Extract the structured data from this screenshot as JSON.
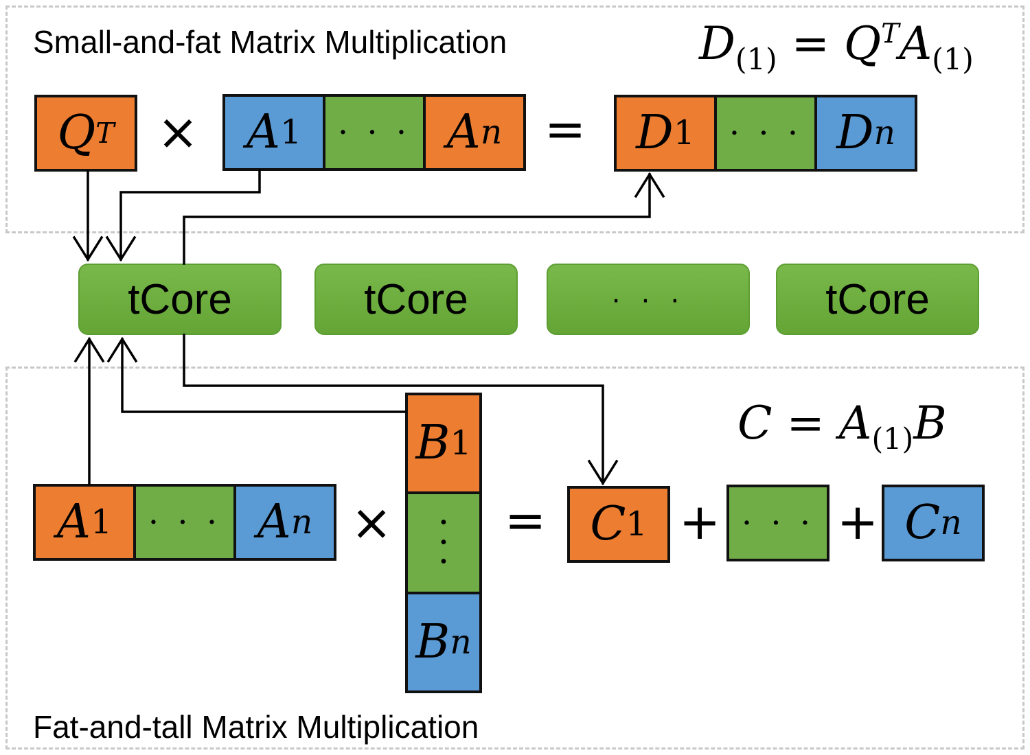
{
  "top_section": {
    "title": "Small-and-fat Matrix Multiplication",
    "equation": {
      "lhs": "D",
      "lhs_sub": "(1)",
      "eq": "=",
      "r1": "Q",
      "r1_sup": "T",
      "r2": "A",
      "r2_sub": "(1)"
    },
    "q_block": {
      "base": "Q",
      "sup": "T"
    },
    "times": "×",
    "equals": "=",
    "a_blocks": [
      {
        "base": "A",
        "sub": "1"
      },
      {
        "dots": "· · ·"
      },
      {
        "base": "A",
        "sub": "n"
      }
    ],
    "d_blocks": [
      {
        "base": "D",
        "sub": "1"
      },
      {
        "dots": "· · ·"
      },
      {
        "base": "D",
        "sub": "n"
      }
    ]
  },
  "cores": [
    {
      "label": "tCore"
    },
    {
      "label": "tCore"
    },
    {
      "label": "· · ·"
    },
    {
      "label": "tCore"
    }
  ],
  "bottom_section": {
    "title": "Fat-and-tall Matrix Multiplication",
    "equation": {
      "lhs": "C",
      "eq": "=",
      "r1": "A",
      "r1_sub": "(1)",
      "r2": "B"
    },
    "times": "×",
    "equals": "=",
    "plus": "+",
    "a_blocks": [
      {
        "base": "A",
        "sub": "1"
      },
      {
        "dots": "· · ·"
      },
      {
        "base": "A",
        "sub": "n"
      }
    ],
    "b_blocks": [
      {
        "base": "B",
        "sub": "1"
      },
      {
        "dots": "·"
      },
      {
        "base": "B",
        "sub": "n"
      }
    ],
    "c_blocks": [
      {
        "base": "C",
        "sub": "1"
      },
      {
        "dots": "· · ·"
      },
      {
        "base": "C",
        "sub": "n"
      }
    ]
  },
  "colors": {
    "orange": "#ed7d31",
    "blue": "#5b9bd5",
    "green": "#70ad47",
    "core": "#6aab3c",
    "panel_border": "#c8c8c8"
  }
}
